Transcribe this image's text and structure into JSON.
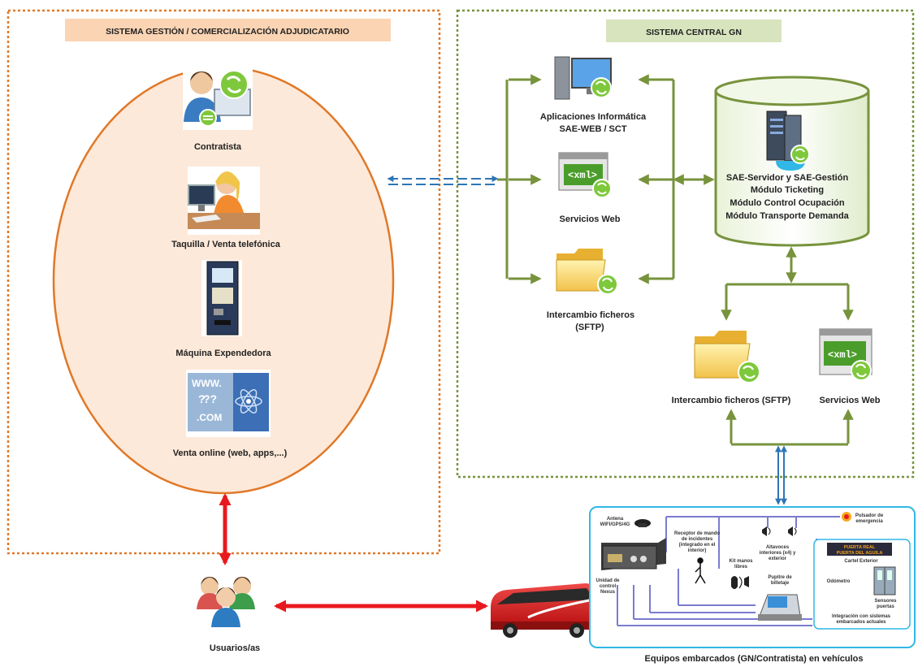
{
  "left_system": {
    "header": "SISTEMA GESTIÓN / COMERCIALIZACIÓN ADJUDICATARIO",
    "channels": [
      {
        "label": "Contratista",
        "icon": "contractor-icon"
      },
      {
        "label": "Taquilla  / Venta telefónica",
        "icon": "ticket-office-icon"
      },
      {
        "label": "Máquina  Expendedora",
        "icon": "vending-machine-icon"
      },
      {
        "label": "Venta online  (web,  apps,...)",
        "icon": "online-sales-icon"
      }
    ]
  },
  "central_system": {
    "header": "SISTEMA CENTRAL GN",
    "apps": {
      "line1": "Aplicaciones   Informática",
      "line2": "SAE-WEB / SCT"
    },
    "web_services": "Servicios Web",
    "file_exchange": {
      "line1": "Intercambio ficheros",
      "line2": "(SFTP)"
    },
    "database": [
      "SAE-Servidor y  SAE-Gestión",
      "Módulo  Ticketing",
      "Módulo  Control  Ocupación",
      "Módulo  Transporte Demanda"
    ],
    "bottom_file_exchange": "Intercambio  ficheros  (SFTP)",
    "bottom_web_services": "Servicios Web"
  },
  "onboard": {
    "antenna": [
      "Antena",
      "WIFI/GPS/4G"
    ],
    "control_unit": [
      "Unidad de",
      "control",
      "Nexus"
    ],
    "incident_receiver": [
      "Receptor de mando",
      "de incidentes",
      "(integrado en el",
      "interior)"
    ],
    "speakers": [
      "Altavoces",
      "interiores (x4) y",
      "exterior"
    ],
    "emergency_button": [
      "Pulsador de",
      "emergencia"
    ],
    "handsfree": [
      "Kit manos",
      "libres"
    ],
    "ticket_desk": [
      "Pupitre de",
      "billetaje"
    ],
    "exterior_sign": "Cartel Exterior",
    "sign_text": [
      "PUERTA REAL",
      "PUERTA DEL AGUILA"
    ],
    "odometer": "Odómetro",
    "door_sensors": [
      "Sensores",
      "puertas"
    ],
    "integration": [
      "Integración con sistemas",
      "embarcados actuales"
    ],
    "caption": "Equipos  embarcados  (GN/Contratista)   en  vehículos"
  },
  "users": {
    "label": "Usuarios/as"
  },
  "colors": {
    "orange": "#e07828",
    "green": "#77933c",
    "blue": "#2e75b6",
    "red": "#e8191e",
    "peach": "#fde9d9",
    "header_peach": "#fbd4b4",
    "header_green": "#d7e4bd",
    "cyan": "#31b8e6",
    "purple": "#7b7bd0"
  }
}
